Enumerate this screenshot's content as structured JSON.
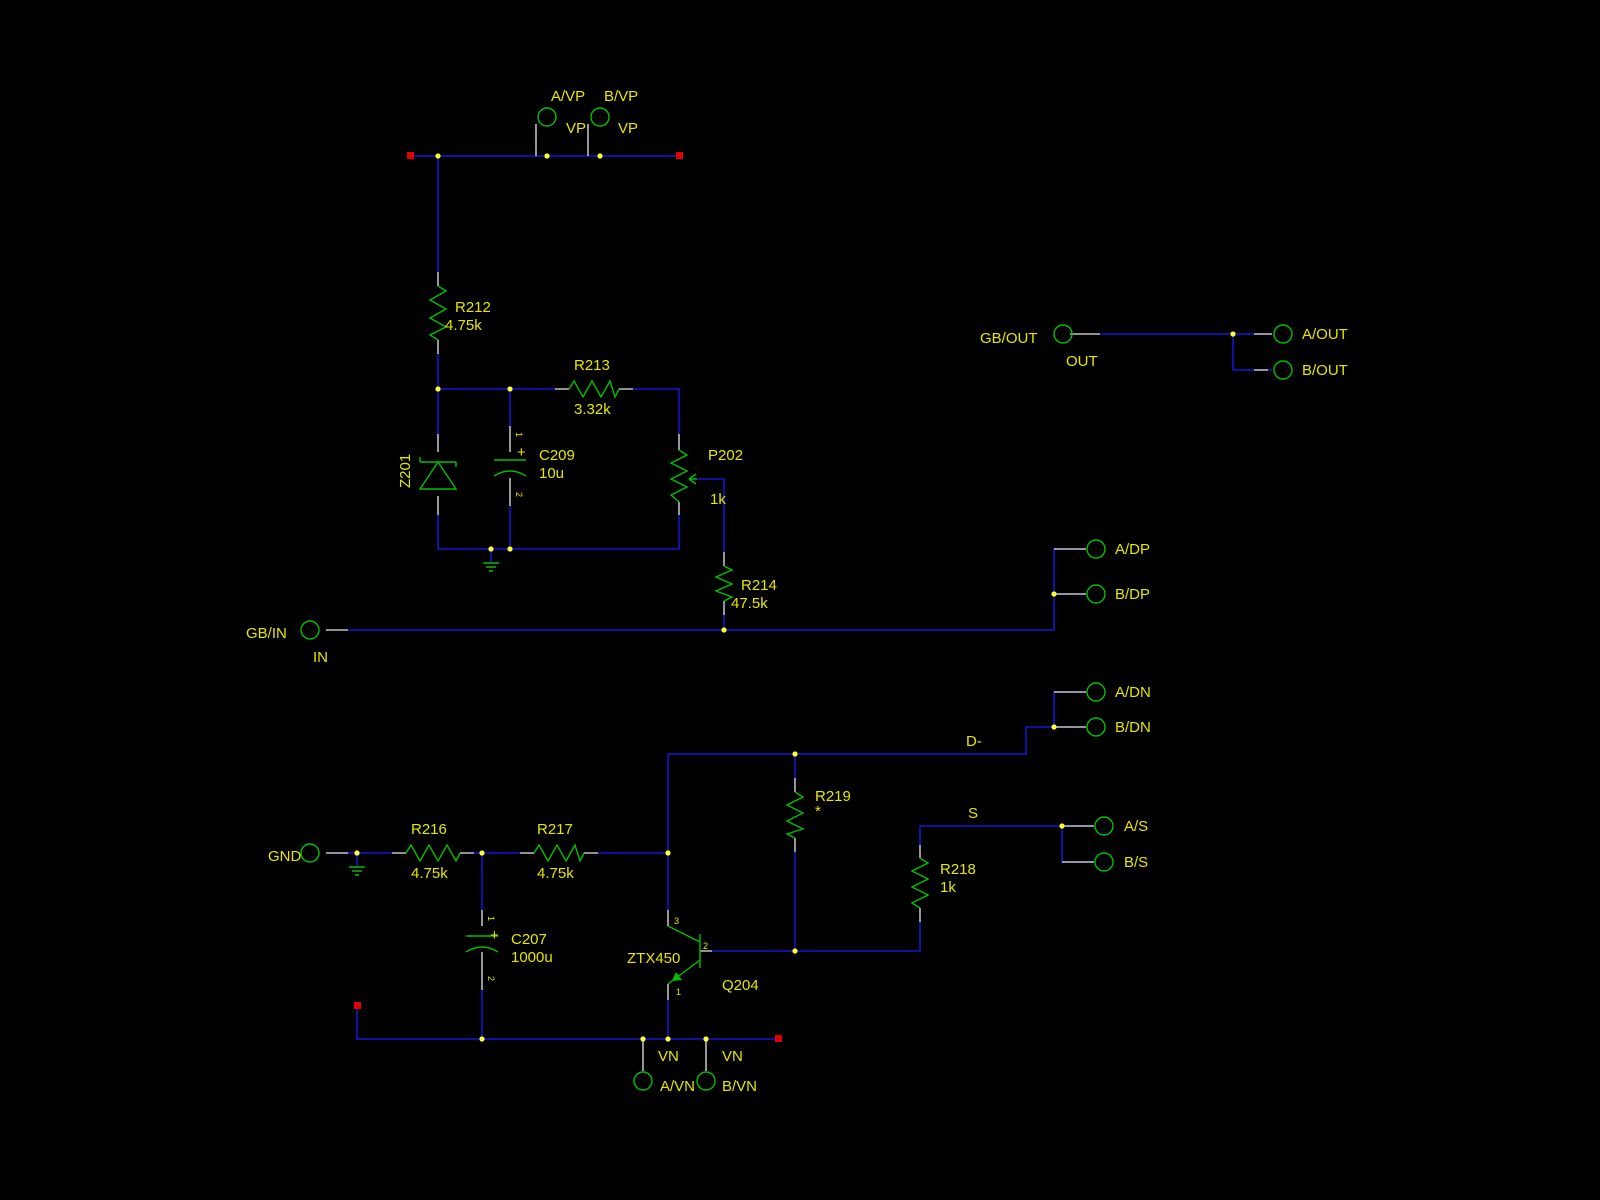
{
  "labels": {
    "avp": "A/VP",
    "bvp": "B/VP",
    "vp1": "VP",
    "vp2": "VP",
    "gbout": "GB/OUT",
    "out": "OUT",
    "aout": "A/OUT",
    "bout": "B/OUT",
    "adp": "A/DP",
    "bdp": "B/DP",
    "gbin": "GB/IN",
    "in": "IN",
    "adn": "A/DN",
    "bdn": "B/DN",
    "dminus": "D-",
    "s": "S",
    "as": "A/S",
    "bs": "B/S",
    "gnd": "GND",
    "avn": "A/VN",
    "bvn": "B/VN",
    "vn1": "VN",
    "vn2": "VN"
  },
  "components": {
    "r212": {
      "ref": "R212",
      "value": "4.75k"
    },
    "r213": {
      "ref": "R213",
      "value": "3.32k"
    },
    "z201": {
      "ref": "Z201"
    },
    "c209": {
      "ref": "C209",
      "value": "10u",
      "pin1": "1",
      "pin2": "2",
      "plus": "+"
    },
    "p202": {
      "ref": "P202",
      "value": "1k"
    },
    "r214": {
      "ref": "R214",
      "value": "47.5k"
    },
    "r216": {
      "ref": "R216",
      "value": "4.75k"
    },
    "r217": {
      "ref": "R217",
      "value": "4.75k"
    },
    "c207": {
      "ref": "C207",
      "value": "1000u",
      "pin1": "1",
      "pin2": "2",
      "plus": "+"
    },
    "q204": {
      "ref": "Q204",
      "value": "ZTX450",
      "pin1": "1",
      "pin2": "2",
      "pin3": "3"
    },
    "r219": {
      "ref": "R219",
      "value": "*"
    },
    "r218": {
      "ref": "R218",
      "value": "1k"
    }
  },
  "colors": {
    "wire": "#1a1aff",
    "component": "#00c000",
    "label": "#e6e600",
    "junction": "#ffff33",
    "endpoint": "#e00000",
    "background": "#000000"
  }
}
